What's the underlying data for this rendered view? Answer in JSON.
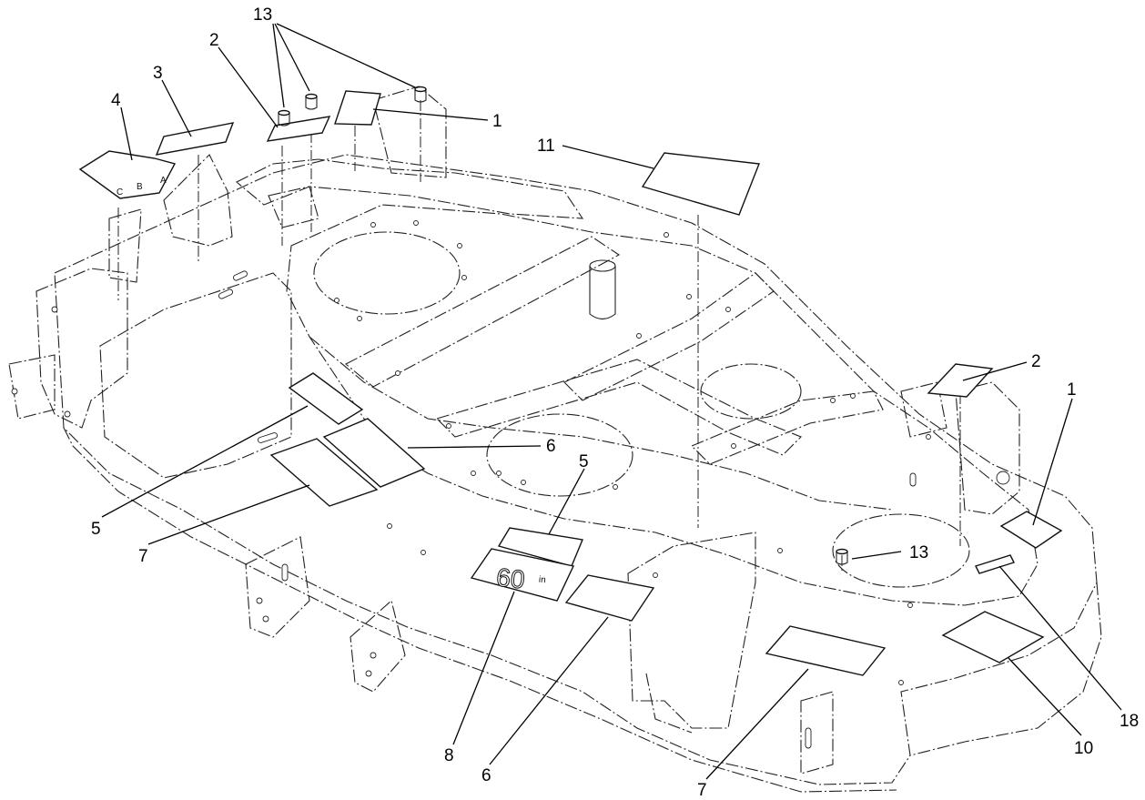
{
  "diagram": {
    "callouts": {
      "c13_top": "13",
      "c2_top": "2",
      "c3": "3",
      "c4": "4",
      "c1_top": "1",
      "c11": "11",
      "c2_right": "2",
      "c1_right": "1",
      "c6_mid": "6",
      "c5_left": "5",
      "c7_left": "7",
      "c5_center": "5",
      "c13_right": "13",
      "c18": "18",
      "c10": "10",
      "c8": "8",
      "c6_bottom": "6",
      "c7_bottom": "7"
    },
    "decal_text": {
      "size_60": "60",
      "size_suffix": "in",
      "letter_c": "C",
      "letter_b": "B",
      "letter_a": "A"
    }
  }
}
